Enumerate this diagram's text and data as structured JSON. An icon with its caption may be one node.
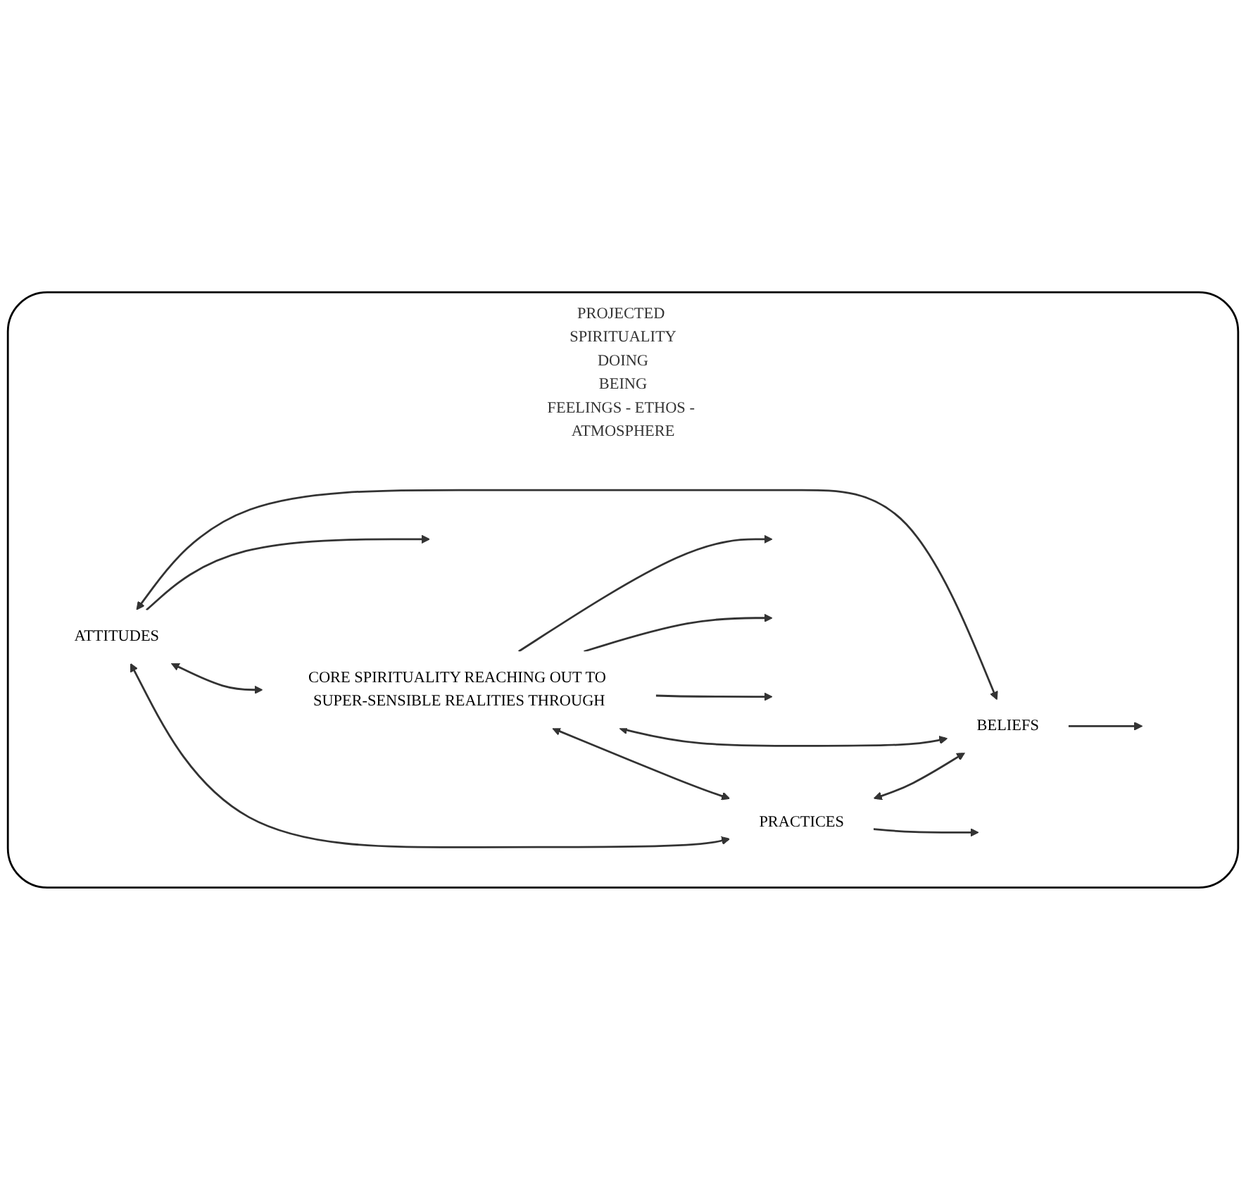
{
  "diagram": {
    "nodes": [
      {
        "text": [
          "PROJECTED SPIRITUALITY",
          "DOING",
          "BEING",
          "FEELINGS - ETHOS - ATMOSPHERE"
        ]
      },
      {
        "text": [
          "PRACTICES"
        ],
        "in": 0
      },
      {
        "text": [
          "ATTITUDES"
        ],
        "in": 0
      },
      {
        "text": [
          "CORE SPIRITUALITY REACHING OUT TO SUPER-SENSIBLE REALITIES THROUGH"
        ],
        "in": 0
      },
      {
        "text": [
          "BELIEFS"
        ],
        "in": 0
      }
    ],
    "edges": [
      {
        "from": 2,
        "to": 1,
        "arrow": "both"
      },
      {
        "from": 3,
        "to": 1,
        "arrow": "both"
      },
      {
        "from": 2,
        "to": 3,
        "arrow": "both"
      },
      {
        "from": 1,
        "to": 4,
        "arrow": "both"
      },
      {
        "from": 3,
        "to": 4,
        "arrow": "both"
      },
      {
        "from": 2,
        "to": 4,
        "arrow": "both"
      },
      {
        "from": 2,
        "to": null,
        "arrow": "to"
      },
      {
        "from": 3,
        "to": null,
        "arrow": "to"
      },
      {
        "from": 1,
        "to": null,
        "arrow": "to"
      },
      {
        "from": 3,
        "to": null,
        "arrow": "to"
      },
      {
        "from": 3,
        "to": null,
        "arrow": "to"
      },
      {
        "from": 4,
        "to": null,
        "arrow": "to"
      }
    ]
  }
}
